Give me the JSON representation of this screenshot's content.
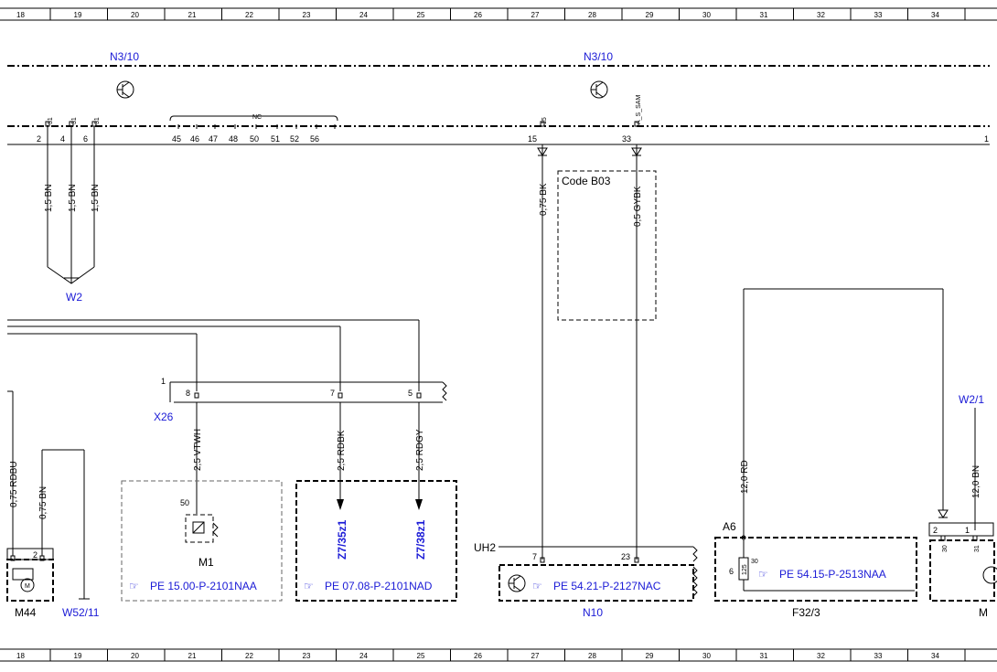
{
  "grid": {
    "columns": [
      "18",
      "19",
      "20",
      "21",
      "22",
      "23",
      "24",
      "25",
      "26",
      "27",
      "28",
      "29",
      "30",
      "31",
      "32",
      "33",
      "34"
    ]
  },
  "components": {
    "n310_left": "N3/10",
    "n310_right": "N3/10",
    "w2": "W2",
    "w21": "W2/1",
    "x26": "X26",
    "m1": "M1",
    "m44": "M44",
    "w5211": "W52/11",
    "n10": "N10",
    "f323": "F32/3",
    "m_partial": "M",
    "code_b03": "Code B03",
    "uh2": "UH2",
    "a6": "A6",
    "z735": "Z7/35z1",
    "z738": "Z7/38z1"
  },
  "references": {
    "m1_ref": "PE 15.00-P-2101NAA",
    "z7_ref": "PE 07.08-P-2101NAD",
    "n10_ref": "PE 54.21-P-2127NAC",
    "f323_ref": "PE 54.15-P-2513NAA"
  },
  "wires": {
    "w_bn1": "1,5 BN",
    "w_bn2": "1,5 BN",
    "w_bn3": "1,5 BN",
    "w_bk": "0,75 BK",
    "w_gybk": "0,5 GYBK",
    "w_vtwh": "2,5 VTWH",
    "w_rdbk": "2,5 RDBK",
    "w_rdgy": "2,5 RDGY",
    "w_rdbu": "0,75 RDBU",
    "w_bn075": "0,75 BN",
    "w_rd12": "12,0 RD",
    "w_bn12": "12,0 BN"
  },
  "pins": {
    "p2": "2",
    "p4": "4",
    "p6": "6",
    "p45": "45",
    "p46": "46",
    "p47": "47",
    "p48": "48",
    "p50": "50",
    "p51": "51",
    "p52": "52",
    "p56": "56",
    "nc": "NC",
    "p15": "15",
    "p15_top": "15",
    "p33": "33",
    "a_s_sam": "A_S_SAM",
    "p31a": "31",
    "p31b": "31",
    "p31c": "31",
    "p1_right": "1",
    "x26_1": "1",
    "x26_8": "8",
    "x26_7": "7",
    "x26_5": "5",
    "m1_50": "50",
    "m44_2": "2",
    "n10_7": "7",
    "n10_23": "23",
    "f_30": "30",
    "f_6": "6",
    "f_fuse": "125",
    "r_2": "2",
    "r_1": "1",
    "r_30": "30",
    "r_31": "31"
  }
}
